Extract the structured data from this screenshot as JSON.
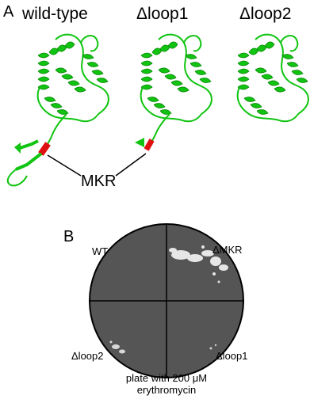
{
  "panel_a": {
    "letter": "A",
    "titles": {
      "wild_type": "wild-type",
      "dloop1": "Δloop1",
      "dloop2": "Δloop2"
    },
    "callout_label": "MKR",
    "colors": {
      "protein": "#11c411",
      "protein_dark": "#0a8a0a",
      "mkr_segment": "#e01010"
    }
  },
  "panel_b": {
    "letter": "B",
    "quadrant_labels": {
      "top_left": "WT",
      "top_right": "ΔMKR",
      "bottom_left": "Δloop2",
      "bottom_right": "Δloop1"
    },
    "caption_line1": "plate with 200 μM",
    "caption_line2": "erythromycin",
    "colors": {
      "plate": "#555555",
      "colony": "#e6e6e6"
    }
  }
}
